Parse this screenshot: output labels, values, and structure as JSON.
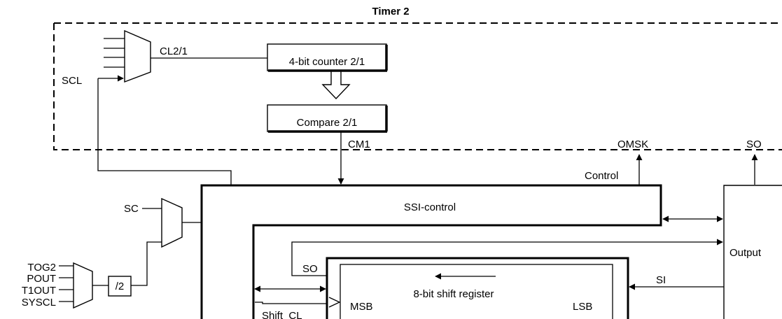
{
  "title": "Timer 2",
  "timer_block": {
    "mux_output": "CL2/1",
    "scl_input": "SCL",
    "counter": "4-bit counter 2/1",
    "compare": "Compare 2/1",
    "compare_output": "CM1"
  },
  "outputs": {
    "omsk": "OMSK",
    "so": "SO",
    "control": "Control"
  },
  "ssi_control": "SSI-control",
  "output_block": "Output",
  "clock_select": {
    "sc": "SC",
    "inputs": [
      "TOG2",
      "POUT",
      "T1OUT",
      "SYSCL"
    ],
    "divider": "/2"
  },
  "shift_register": {
    "label": "8-bit shift register",
    "msb": "MSB",
    "lsb": "LSB",
    "so_label": "SO",
    "si_label": "SI",
    "shift_clock": "Shift_CL"
  }
}
